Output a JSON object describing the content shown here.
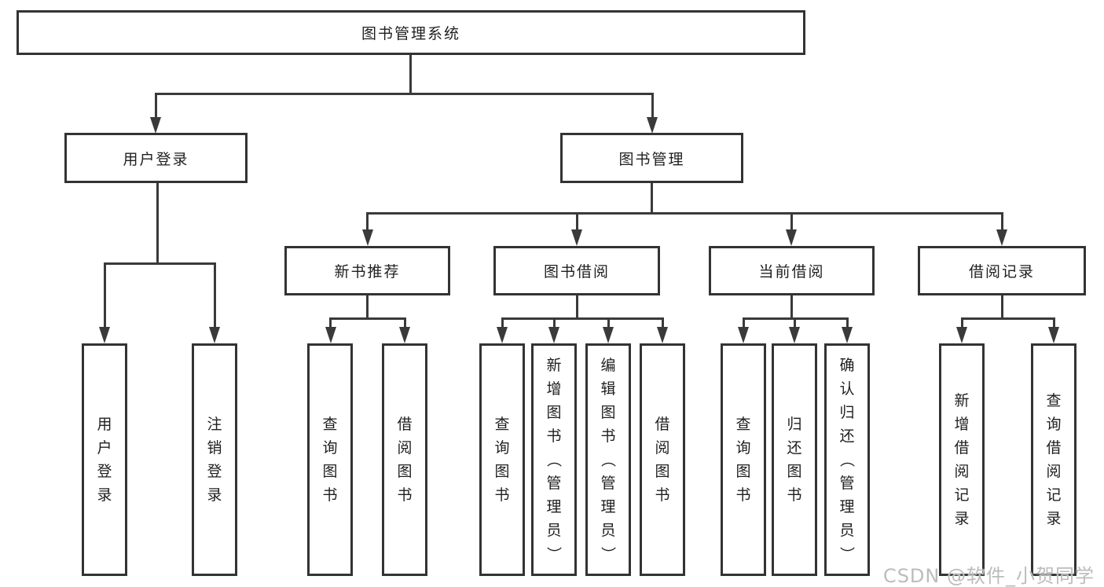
{
  "tree": {
    "label": "图书管理系统",
    "children": [
      {
        "label": "用户登录",
        "children": [
          {
            "label": "用户登录"
          },
          {
            "label": "注销登录"
          }
        ]
      },
      {
        "label": "图书管理",
        "children": [
          {
            "label": "新书推荐",
            "children": [
              {
                "label": "查询图书"
              },
              {
                "label": "借阅图书"
              }
            ]
          },
          {
            "label": "图书借阅",
            "children": [
              {
                "label": "查询图书"
              },
              {
                "label": "新增图书（管理员）"
              },
              {
                "label": "编辑图书（管理员）"
              },
              {
                "label": "借阅图书"
              }
            ]
          },
          {
            "label": "当前借阅",
            "children": [
              {
                "label": "查询图书"
              },
              {
                "label": "归还图书"
              },
              {
                "label": "确认归还（管理员）"
              }
            ]
          },
          {
            "label": "借阅记录",
            "children": [
              {
                "label": "新增借阅记录"
              },
              {
                "label": "查询借阅记录"
              }
            ]
          }
        ]
      }
    ]
  },
  "watermark": "CSDN @软件_小贺同学",
  "colors": {
    "line": "#3a3a3a",
    "box_border": "#333333",
    "text": "#1f1f1f",
    "watermark": "#bcbcbc",
    "background": "#ffffff"
  }
}
